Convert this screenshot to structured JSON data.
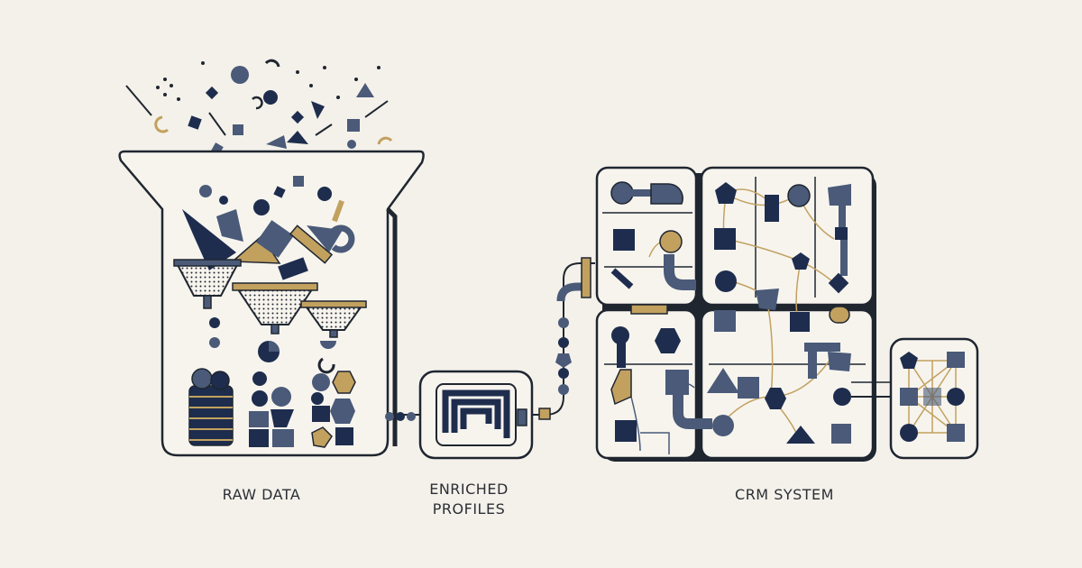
{
  "labels": {
    "raw_data": "RAW DATA",
    "enriched_line1": "ENRICHED",
    "enriched_line2": "PROFILES",
    "crm_system": "CRM SYSTEM"
  },
  "colors": {
    "background": "#f4f1ea",
    "navy": "#1e2d4d",
    "slate": "#4a5a78",
    "gold": "#c2a15f",
    "outline": "#1f2630",
    "panel": "#f7f4ee"
  }
}
